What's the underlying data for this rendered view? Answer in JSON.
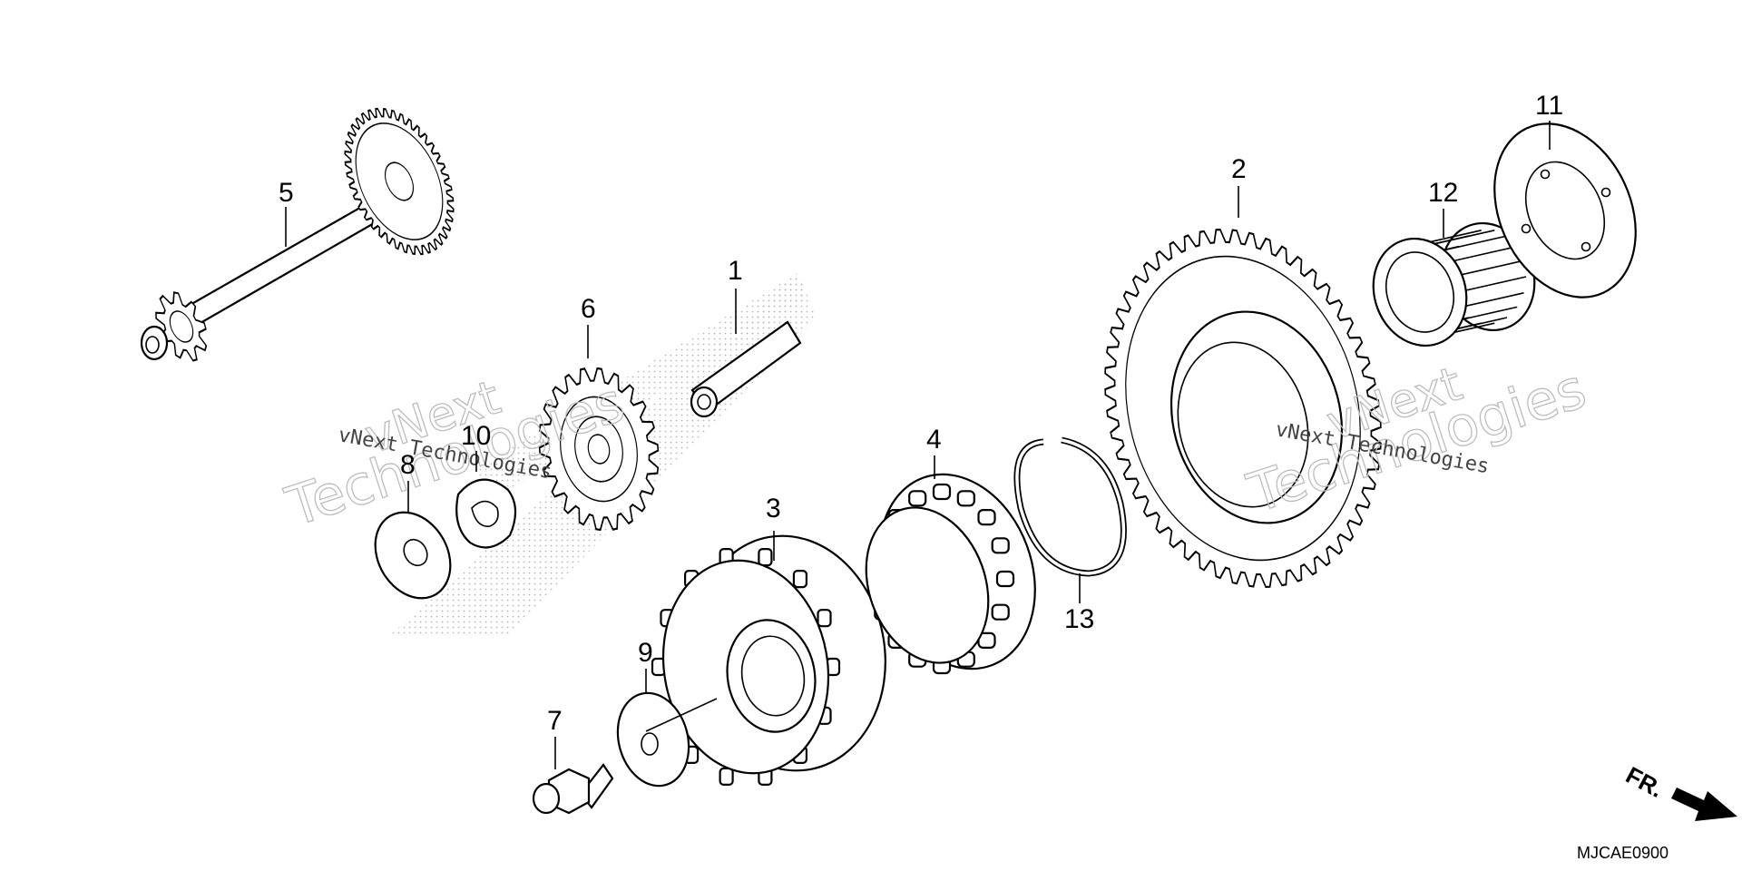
{
  "diagram": {
    "diagram_code": "MJCAE0900",
    "direction_label": "FR.",
    "watermark": {
      "line1": "vNext",
      "line2": "Technologies",
      "caption": "vNext Technologies"
    },
    "callouts": [
      "1",
      "2",
      "3",
      "4",
      "5",
      "6",
      "7",
      "8",
      "9",
      "10",
      "11",
      "12",
      "13"
    ],
    "colors": {
      "line": "#000000",
      "watermark": "#bdbdbd",
      "background": "#ffffff"
    }
  }
}
